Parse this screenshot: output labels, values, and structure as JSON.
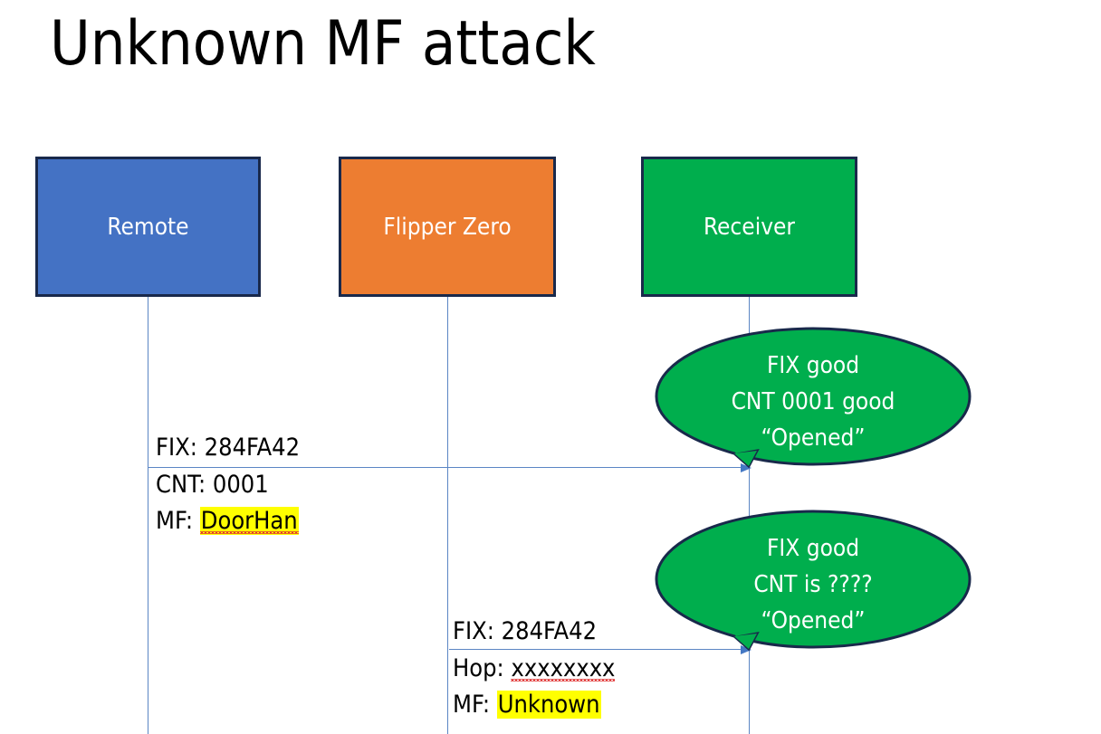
{
  "slide": {
    "title": "Unknown MF attack",
    "background": "#ffffff"
  },
  "colors": {
    "remote_box": "#4472C4",
    "flipper_box": "#ED7D31",
    "receiver_box": "#00AE4D",
    "box_border": "#19294B",
    "lifeline": "#5B86C4",
    "arrow": "#4478C4",
    "callout_fill": "#00AE4D",
    "callout_border": "#19294B",
    "highlight": "#FFFF00",
    "text_dark": "#000000",
    "text_light": "#FFFFFF"
  },
  "actors": [
    {
      "id": "remote",
      "label": "Remote"
    },
    {
      "id": "flipper",
      "label": "Flipper Zero"
    },
    {
      "id": "receiver",
      "label": "Receiver"
    }
  ],
  "messages": [
    {
      "id": "msg-remote-to-receiver",
      "from": "remote",
      "to": "receiver",
      "line_1": "FIX: 284FA42",
      "line_2": "CNT: 0001",
      "line_3_prefix": "MF: ",
      "line_3_value": "DoorHan",
      "line_3_highlighted": true
    },
    {
      "id": "msg-flipper-to-receiver",
      "from": "flipper",
      "to": "receiver",
      "line_1": "FIX: 284FA42",
      "line_2_prefix": "Hop: ",
      "line_2_value": "xxxxxxxx",
      "line_3_prefix": "MF: ",
      "line_3_value": "Unknown",
      "line_3_highlighted": true
    }
  ],
  "callouts": [
    {
      "id": "callout-receiver-1",
      "line_1": "FIX good",
      "line_2": "CNT 0001 good",
      "line_3": "“Opened”"
    },
    {
      "id": "callout-receiver-2",
      "line_1": "FIX good",
      "line_2": "CNT is ????",
      "line_3": "“Opened”"
    }
  ]
}
